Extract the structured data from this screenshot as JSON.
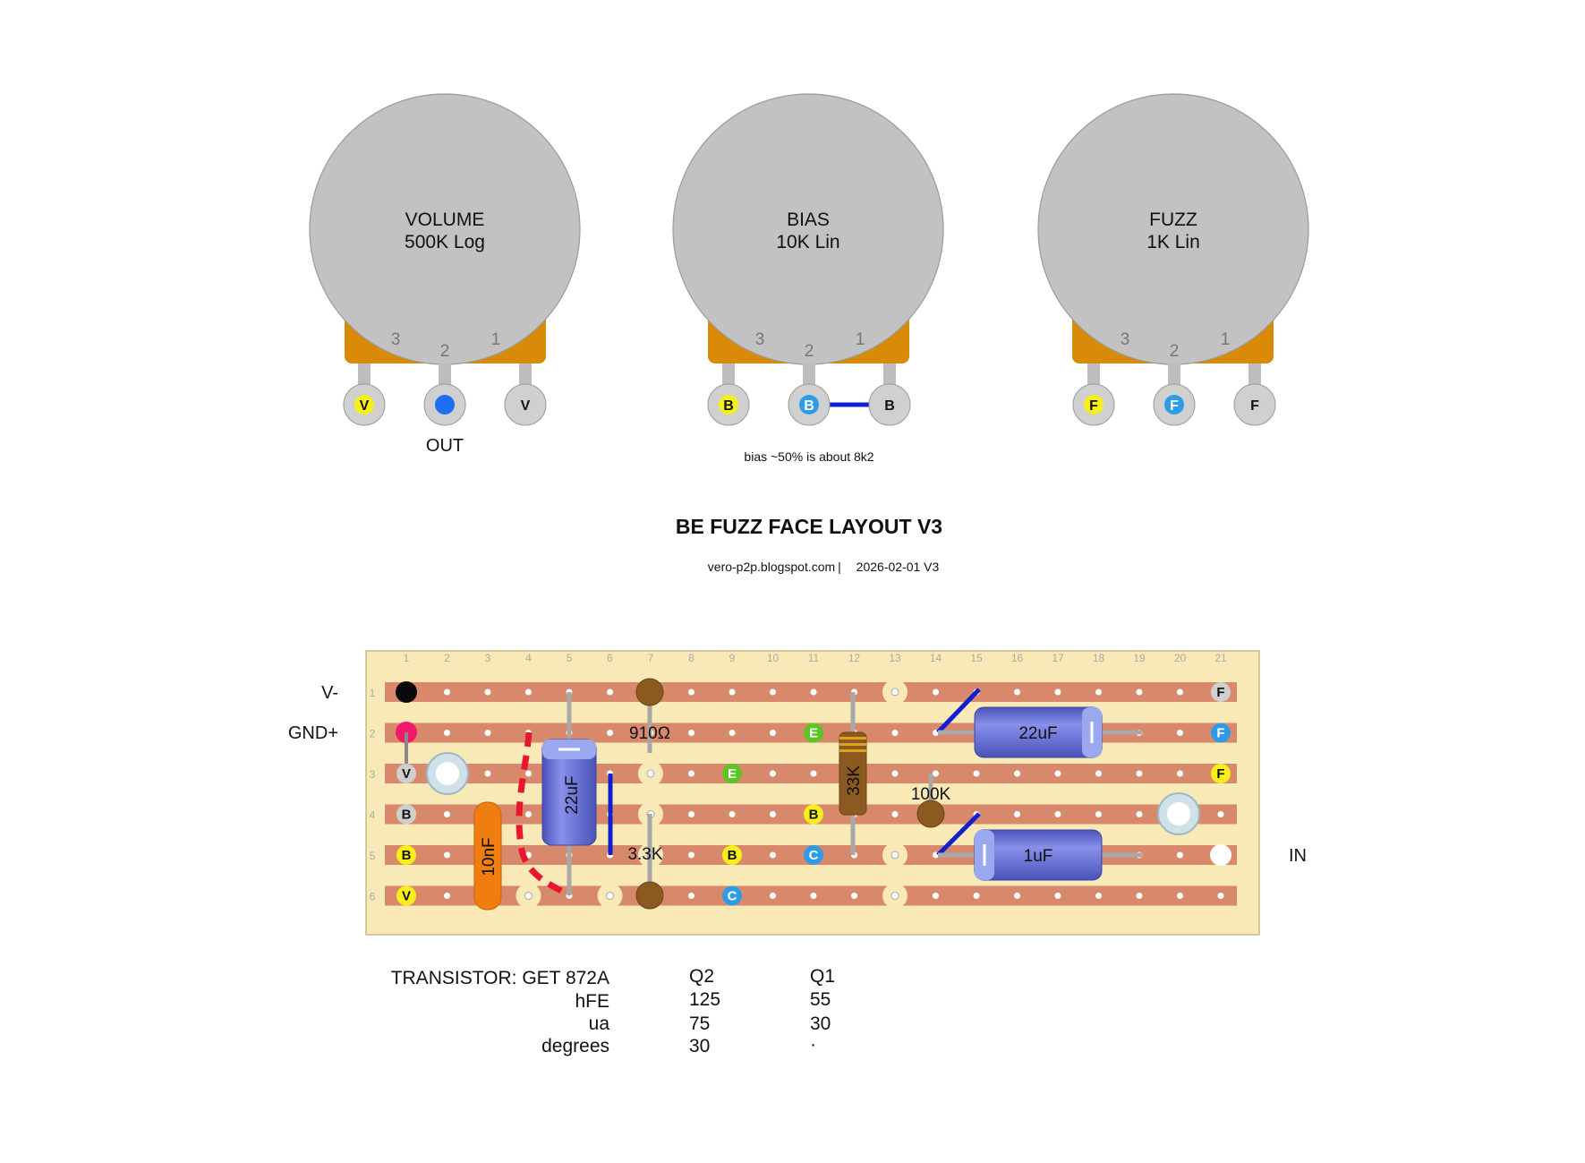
{
  "title": "BE FUZZ FACE LAYOUT V3",
  "subtitle": {
    "site": "vero-p2p.blogspot.com",
    "separator": "|",
    "date_version": "2026-02-01 V3"
  },
  "pots": [
    {
      "id": "volume",
      "name": "VOLUME",
      "value": "500K Log",
      "pins": [
        "3",
        "2",
        "1"
      ],
      "lugs": [
        "V",
        "OUT",
        "V"
      ],
      "lug_colors": [
        "#f7ef18",
        "#1e6ef5",
        "#cfcfcf"
      ]
    },
    {
      "id": "bias",
      "name": "BIAS",
      "value": "10K Lin",
      "pins": [
        "3",
        "2",
        "1"
      ],
      "lugs": [
        "B",
        "B",
        "B"
      ],
      "lug_colors": [
        "#f7ef18",
        "#2e9be8",
        "#cfcfcf"
      ]
    },
    {
      "id": "fuzz",
      "name": "FUZZ",
      "value": "1K Lin",
      "pins": [
        "3",
        "2",
        "1"
      ],
      "lugs": [
        "F",
        "F",
        "F"
      ],
      "lug_colors": [
        "#f7ef18",
        "#2e9be8",
        "#cfcfcf"
      ]
    }
  ],
  "volume_out_label": "OUT",
  "bias_note": "bias ~50% is about 8k2",
  "board": {
    "columns": [
      "1",
      "2",
      "3",
      "4",
      "5",
      "6",
      "7",
      "8",
      "9",
      "10",
      "11",
      "12",
      "13",
      "14",
      "15",
      "16",
      "17",
      "18",
      "19",
      "20",
      "21"
    ],
    "rows": [
      "1",
      "2",
      "3",
      "4",
      "5",
      "6"
    ],
    "left_labels": {
      "v_minus": "V-",
      "gnd_plus": "GND+"
    },
    "right_label_in": "IN",
    "hole_letters": {
      "r1c21": "F",
      "r2c11": "E",
      "r2c21": "F",
      "r3c1": "V",
      "r3c9": "E",
      "r3c21": "F",
      "r4c1": "B",
      "r4c11": "B",
      "r5c1": "B",
      "r5c9": "B",
      "r5c11": "C",
      "r6c1": "V",
      "r6c9": "C"
    },
    "components": {
      "cap_22uf_vertical": "22uF",
      "cap_10nf": "10nF",
      "res_910": "910Ω",
      "res_3k3": "3.3K",
      "res_33k": "33K",
      "res_100k": "100K",
      "cap_22uf_horizontal": "22uF",
      "cap_1uf": "1uF"
    }
  },
  "transistor_table": {
    "heading": "TRANSISTOR: GET 872A",
    "columns": [
      "Q2",
      "Q1"
    ],
    "rows": [
      {
        "label": "hFE",
        "q2": "125",
        "q1": "55"
      },
      {
        "label": "ua",
        "q2": "75",
        "q1": "30"
      },
      {
        "label": "degrees",
        "q2": "30",
        "q1": "·"
      }
    ]
  },
  "colors": {
    "board": "#f8e9b6",
    "strip": "#d9896b",
    "pot_body": "#c2c2c2",
    "pot_base": "#d98a06",
    "jumper": "#1020d0",
    "wire_red": "#e8162f",
    "cap_blue": "#6f78d9",
    "cap_orange": "#f07d10",
    "resistor_brown": "#8a5a21",
    "yellow": "#f7ef18",
    "blue": "#2e9be8",
    "green": "#5dc423",
    "grey": "#cfcfcf"
  }
}
